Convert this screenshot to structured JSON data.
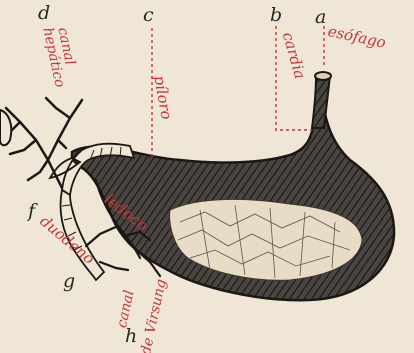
{
  "figure": {
    "letters": {
      "a": "a",
      "b": "b",
      "c": "c",
      "d": "d",
      "f": "f",
      "g": "g",
      "h": "h"
    },
    "annotations": {
      "esofago": "esófago",
      "cardia": "cardia",
      "piloro": "píloro",
      "canal_hepatico_1": "canal",
      "canal_hepatico_2": "hepático",
      "duodeno": "duodeno",
      "ledoco": "ledoco",
      "canal_virsung_1": "canal",
      "canal_virsung_2": "de Virsung"
    },
    "colors": {
      "paper": "#efe6d6",
      "ink": "#262626",
      "annotation_red": "#c8343c"
    }
  }
}
